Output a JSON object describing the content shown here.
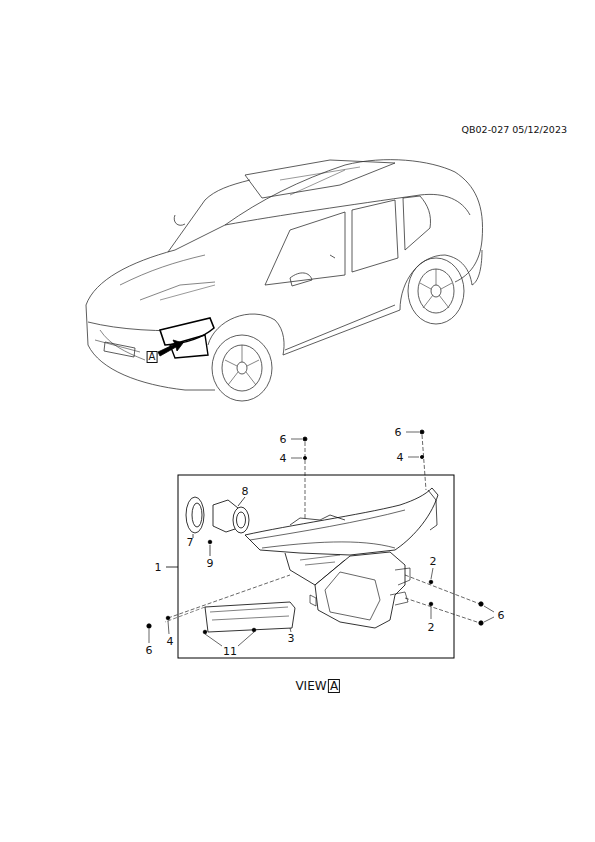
{
  "diagram": {
    "labels": [
      "QB02-027 05/12/2023",
      "A",
      "6",
      "4",
      "6",
      "4",
      "8",
      "7",
      "9",
      "1",
      "2",
      "2",
      "6",
      "6",
      "4",
      "3",
      "11",
      "VIEW",
      "A"
    ]
  }
}
